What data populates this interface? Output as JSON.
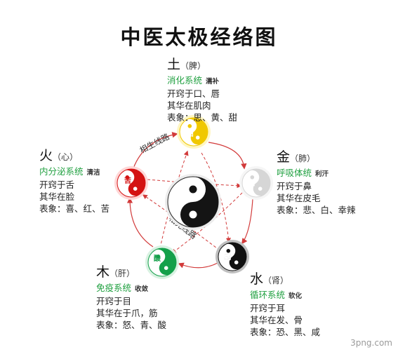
{
  "title": "中医太极经络图",
  "elements": [
    {
      "key": "earth",
      "name": "土",
      "organ": "脾",
      "system": "消化系统",
      "note": "濡补",
      "lines": [
        "开窍于口、唇",
        "其华在肌肉",
        "表象：思、黄、甜"
      ],
      "taste": "甜",
      "color": "#f0c800",
      "tint": "#fff6c2",
      "taste_color": "#ffffff"
    },
    {
      "key": "metal",
      "name": "金",
      "organ": "肺",
      "system": "呼吸体统",
      "note": "利汗",
      "lines": [
        "开窍于鼻",
        "其华在皮毛",
        "表象：悲、白、幸辣"
      ],
      "taste": "辣",
      "color": "#d6d6d6",
      "tint": "#f6f6f6",
      "taste_color": "#ffffff"
    },
    {
      "key": "water",
      "name": "水",
      "organ": "肾",
      "system": "循环系统",
      "note": "软化",
      "lines": [
        "开窍于耳",
        "其华在发、骨",
        "表象：恐、黑、咸"
      ],
      "taste": "咸",
      "color": "#111111",
      "tint": "#bfbfbf",
      "taste_color": "#111111"
    },
    {
      "key": "wood",
      "name": "木",
      "organ": "肝",
      "system": "免疫系统",
      "note": "收敛",
      "lines": [
        "开窍于目",
        "其华在于爪，筋",
        "表象：怒、青、酸"
      ],
      "taste": "酸",
      "color": "#14a04a",
      "tint": "#d9f2e2",
      "taste_color": "#14a04a"
    },
    {
      "key": "fire",
      "name": "火",
      "organ": "心",
      "system": "内分泌系统",
      "note": "清洁",
      "lines": [
        "开窍于舌",
        "其华在脸",
        "表象：喜、红、苦"
      ],
      "taste": "苦",
      "color": "#d41212",
      "tint": "#ffd7d7",
      "taste_color": "#d41212"
    }
  ],
  "cycle_labels": {
    "generating": "相生线路",
    "controlling": "相克线路"
  },
  "colors": {
    "arrow": "#d23a3a",
    "system_text": "#20a040"
  },
  "watermark": "3png.com"
}
